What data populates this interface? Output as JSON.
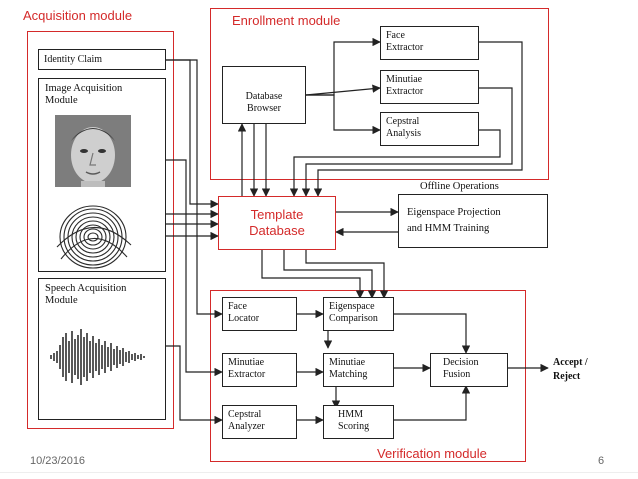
{
  "labels": {
    "acquisition": "Acquisition module",
    "enrollment": "Enrollment module",
    "verification": "Verification module",
    "offline": "Offline  Operations"
  },
  "acquisition": {
    "identity_claim": "Identity Claim",
    "image_acquisition_line1": "Image Acquisition",
    "image_acquisition_line2": "Module",
    "speech_acquisition_line1": "Speech Acquisition",
    "speech_acquisition_line2": "Module"
  },
  "enrollment": {
    "database_browser": "Database Browser",
    "face_extractor_line1": "Face",
    "face_extractor_line2": "Extractor",
    "minutiae_extractor_line1": "Minutiae",
    "minutiae_extractor_line2": "Extractor",
    "cepstral_analysis_line1": "Cepstral",
    "cepstral_analysis_line2": "Analysis"
  },
  "template": {
    "line1": "Template",
    "line2": "Database"
  },
  "offline": {
    "line1": "Eigenspace Projection",
    "line2": "and HMM Training"
  },
  "verification": {
    "face_locator_line1": "Face",
    "face_locator_line2": "Locator",
    "eigenspace_comparison_line1": "Eigenspace",
    "eigenspace_comparison_line2": "Comparison",
    "minutiae_extractor_line1": "Minutiae",
    "minutiae_extractor_line2": "Extractor",
    "minutiae_matching_line1": "Minutiae",
    "minutiae_matching_line2": "Matching",
    "decision_fusion_line1": "Decision",
    "decision_fusion_line2": "Fusion",
    "cepstral_analyzer_line1": "Cepstral",
    "cepstral_analyzer_line2": "Analyzer",
    "hmm_scoring_line1": "HMM",
    "hmm_scoring_line2": "Scoring"
  },
  "output": {
    "line1": "Accept /",
    "line2": "Reject"
  },
  "footer": {
    "date": "10/23/2016",
    "page": "6"
  },
  "colors": {
    "accent": "#d42a2a",
    "line": "#222222"
  },
  "icons": [
    "face-photo-icon",
    "fingerprint-icon",
    "speech-waveform-icon"
  ]
}
